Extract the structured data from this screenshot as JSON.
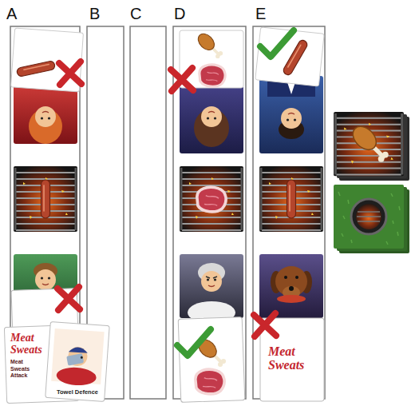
{
  "diagram": {
    "nodes": [
      {
        "text": [
          "A"
        ]
      },
      {
        "text": [
          "Meat Sweats",
          "Meat Sweats Attack"
        ],
        "in": 0
      },
      {
        "text": [
          "Towel Defence"
        ],
        "in": 0
      },
      {
        "text": [
          "B"
        ]
      },
      {
        "text": [
          "C"
        ]
      },
      {
        "text": [
          "D"
        ]
      },
      {
        "text": [
          "E"
        ]
      },
      {
        "text": [
          "Meat Sweats"
        ],
        "in": 6
      }
    ]
  }
}
